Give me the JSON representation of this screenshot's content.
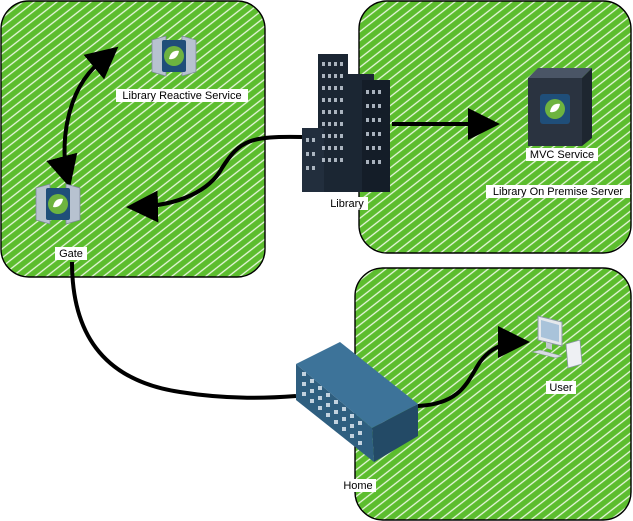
{
  "colors": {
    "zone_fill": "#5cbd2e",
    "zone_hatch": "#e9f7df",
    "zone_border": "#000000",
    "building_dark": "#1b2633",
    "building_window": "#cfd8e3",
    "home_blue": "#2f5f80",
    "server_dark": "#2a3340",
    "spring_green": "#6db33f",
    "label_bg": "#ffffff",
    "arrow": "#000000"
  },
  "labels": {
    "library_reactive_service": "Library Reactive Service",
    "gate": "Gate",
    "library": "Library",
    "mvc_service": "MVC Service",
    "library_on_premise_server": "Library On Premise Server",
    "home": "Home",
    "user": "User"
  },
  "icons": {
    "reactive": "spring-service-icon",
    "gate": "spring-service-icon",
    "library": "office-buildings-icon",
    "mvc": "server-tower-icon",
    "home": "office-block-icon",
    "user": "desktop-computer-icon"
  }
}
